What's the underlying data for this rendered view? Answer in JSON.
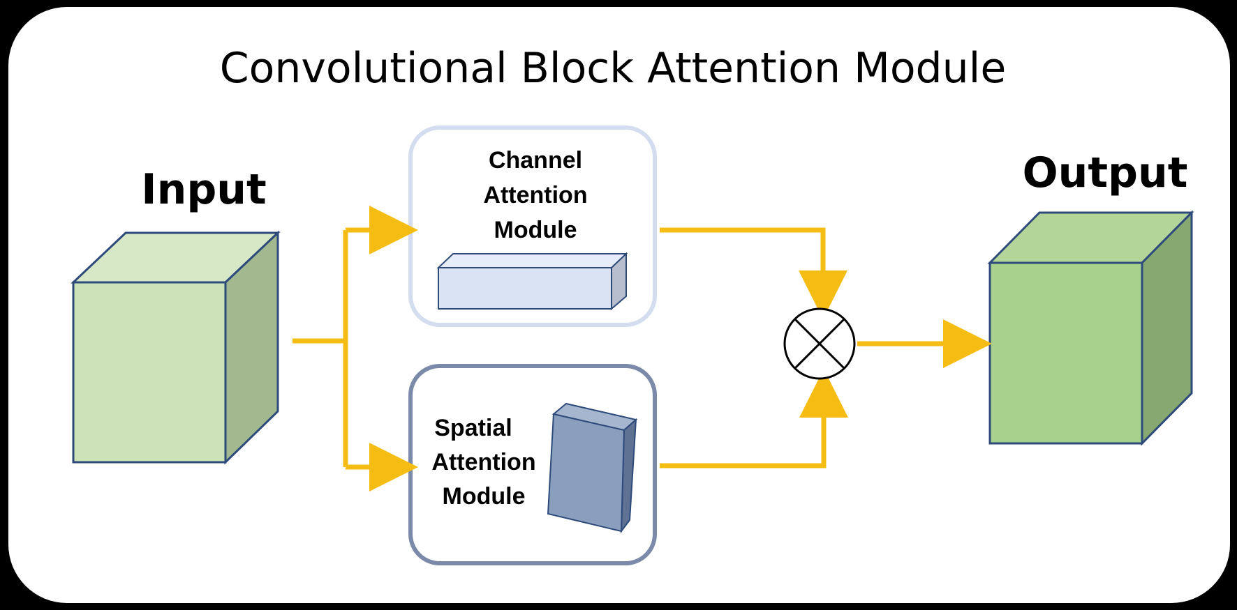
{
  "title": "Convolutional Block Attention Module",
  "input": {
    "label": "Input"
  },
  "output": {
    "label": "Output"
  },
  "channel_module": {
    "lines": [
      "Channel",
      "Attention",
      "Module"
    ]
  },
  "spatial_module": {
    "lines": [
      "Spatial",
      "Attention",
      "Module"
    ]
  },
  "operator": {
    "icon": "multiply-circle-icon"
  },
  "colors": {
    "arrow": "#f5bd14",
    "cube_front": "#cce2b7",
    "cube_side": "#a2b88f",
    "output_front": "#a9d18e",
    "output_side": "#86a871",
    "cube_edge": "#2d4a7a",
    "channel_border": "#d3ddef",
    "spatial_border": "#7a8aa8",
    "channel_bar": "#dae3f3",
    "spatial_bar": "#8a9fbd"
  }
}
